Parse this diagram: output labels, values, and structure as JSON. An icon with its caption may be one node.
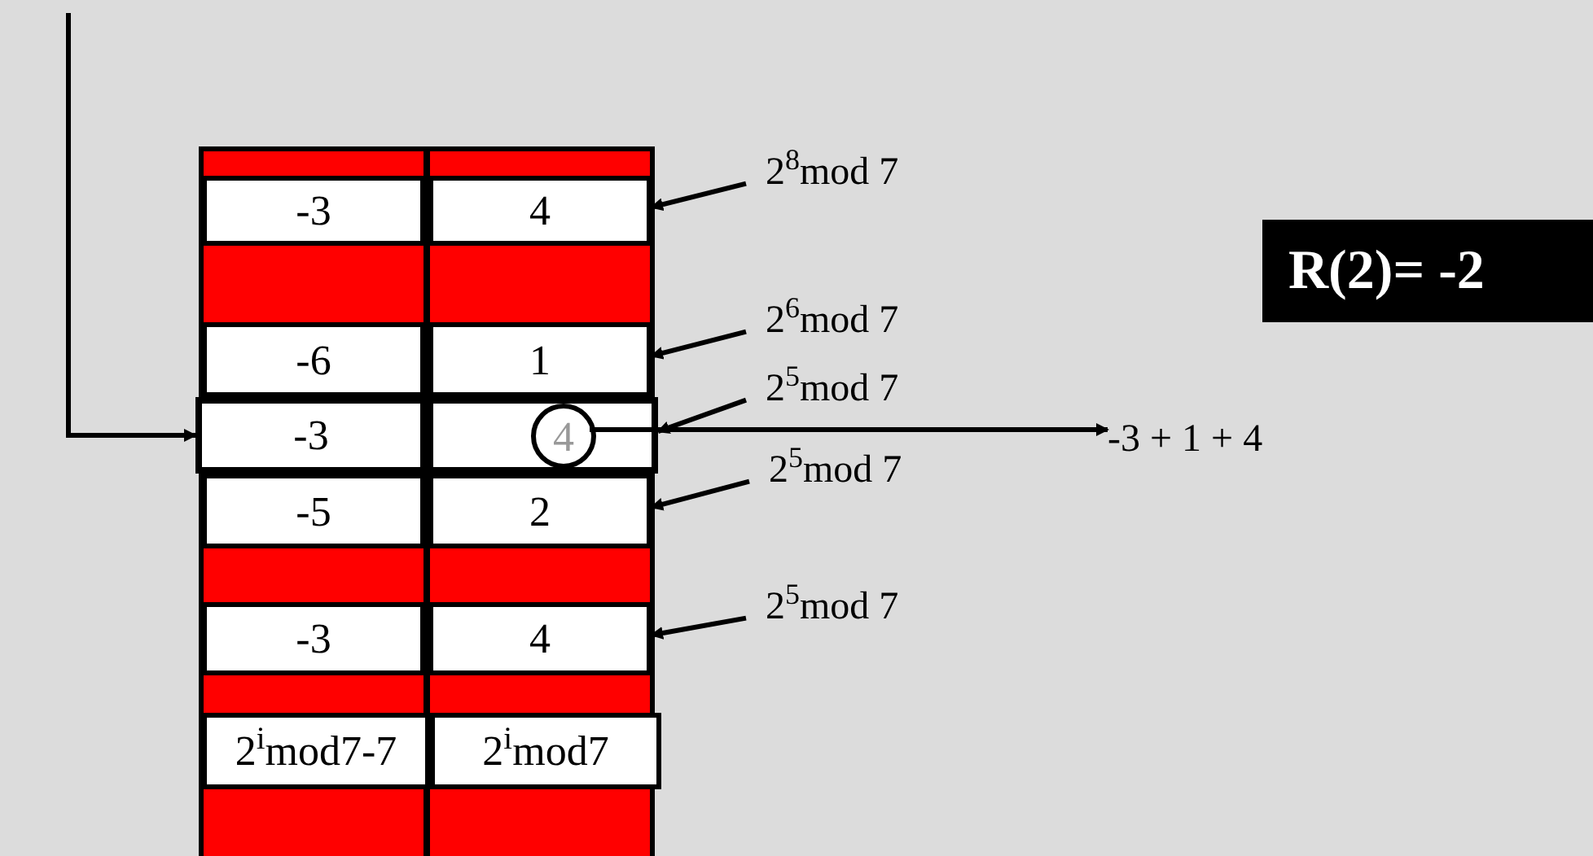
{
  "diagram": {
    "nodes": [
      {
        "text": [
          "-3"
        ]
      },
      {
        "text": [
          "4"
        ]
      },
      {
        "text": [
          "2$^{8}$mod 7"
        ]
      },
      {
        "text": [
          "-6"
        ]
      },
      {
        "text": [
          "1"
        ]
      },
      {
        "text": [
          "2$^{6}$mod 7"
        ]
      },
      {
        "text": [
          "-3"
        ]
      },
      {
        "text": [],
        "shape": "box"
      },
      {
        "text": [
          "4"
        ],
        "in": 7
      },
      {
        "text": [
          "2$^{5}$mod 7"
        ]
      },
      {
        "text": [
          "-5"
        ]
      },
      {
        "text": [
          "2"
        ]
      },
      {
        "text": [
          "2$^{5}$mod 7"
        ]
      },
      {
        "text": [
          "-3"
        ]
      },
      {
        "text": [
          "4"
        ]
      },
      {
        "text": [
          "2$^{5}$mod 7"
        ]
      },
      {
        "text": [
          "2$^{i}$mod7-7"
        ]
      },
      {
        "text": [
          "2$^{i}$mod7"
        ]
      },
      {
        "text": [
          "R(2)= -2"
        ]
      },
      {
        "text": [
          "-3  + 1 + 4"
        ]
      }
    ],
    "edges": [
      {
        "from": 2,
        "to": 1,
        "arrow": "to"
      },
      {
        "from": 5,
        "to": 4,
        "arrow": "to"
      },
      {
        "from": 9,
        "to": 7,
        "arrow": "to"
      },
      {
        "from": 12,
        "to": 11,
        "arrow": "to"
      },
      {
        "from": 15,
        "to": 14,
        "arrow": "to"
      },
      {
        "from": null,
        "to": 6,
        "arrow": "to"
      },
      {
        "from": 8,
        "to": 19,
        "arrow": "to"
      }
    ]
  }
}
